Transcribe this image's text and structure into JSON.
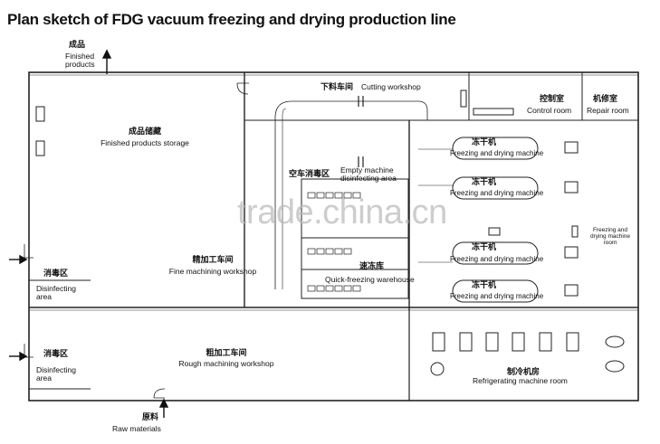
{
  "title": "Plan sketch of FDG vacuum freezing and drying production line",
  "watermark": "trade.china.cn",
  "areas": {
    "finished_products_exit": {
      "cn": "成品",
      "en": "Finished products"
    },
    "finished_storage": {
      "cn": "成品储藏",
      "en": "Finished products storage"
    },
    "cutting": {
      "cn": "下料车间",
      "en": "Cutting workshop"
    },
    "control_room": {
      "cn": "控制室",
      "en": "Control room"
    },
    "repair_room": {
      "cn": "机修室",
      "en": "Repair room"
    },
    "empty_machine": {
      "cn": "空车消毒区",
      "en": "Empty machine disinfecting area"
    },
    "fine_machining": {
      "cn": "精加工车间",
      "en": "Fine machining workshop"
    },
    "quick_freezing": {
      "cn": "速冻库",
      "en": "Quick-freezing warehouse"
    },
    "disinfect_1": {
      "cn": "消毒区",
      "en": "Disinfecting area"
    },
    "disinfect_2": {
      "cn": "消毒区",
      "en": "Disinfecting area"
    },
    "rough_machining": {
      "cn": "粗加工车间",
      "en": "Rough machining workshop"
    },
    "raw_materials": {
      "cn": "原料",
      "en": "Raw materials"
    },
    "refrigerating": {
      "cn": "制冷机房",
      "en": "Refrigerating machine room"
    },
    "fd_room": {
      "en": "Freezing and drying machine room"
    }
  },
  "freeze_dryers": [
    {
      "cn": "冻干机",
      "en": "Freezing and drying machine"
    },
    {
      "cn": "冻干机",
      "en": "Freezing and drying machine"
    },
    {
      "cn": "冻干机",
      "en": "Freezing and drying machine"
    },
    {
      "cn": "冻干机",
      "en": "Freezing and drying machine"
    }
  ]
}
